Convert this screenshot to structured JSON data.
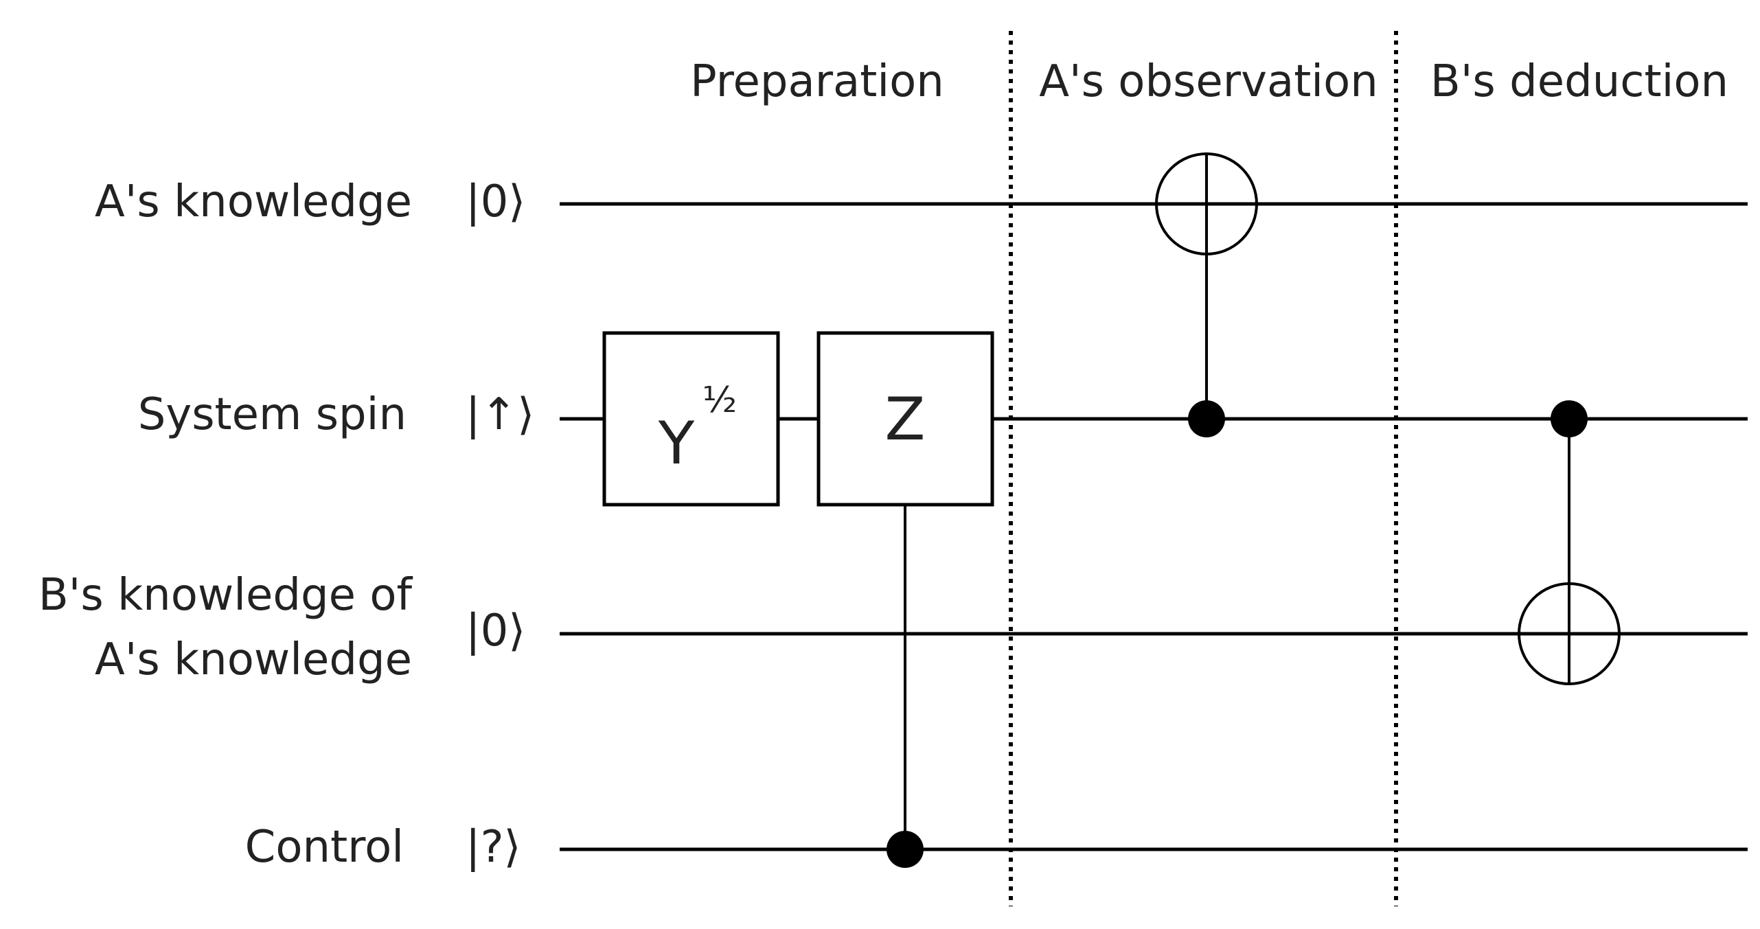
{
  "sections": {
    "preparation": "Preparation",
    "observation": "A's observation",
    "deduction": "B's deduction"
  },
  "wires": {
    "a_knowledge": {
      "label": "A's knowledge",
      "ket": "|0⟩"
    },
    "system_spin": {
      "label": "System spin",
      "ket": "|↑⟩"
    },
    "b_knowledge": {
      "label_line1": "B's knowledge of",
      "label_line2": "A's knowledge",
      "ket": "|0⟩"
    },
    "control": {
      "label": "Control",
      "ket": "|?⟩"
    }
  },
  "gates": {
    "y_gate": {
      "symbol": "Y",
      "exponent": "½"
    },
    "z_gate": {
      "symbol": "Z"
    }
  }
}
